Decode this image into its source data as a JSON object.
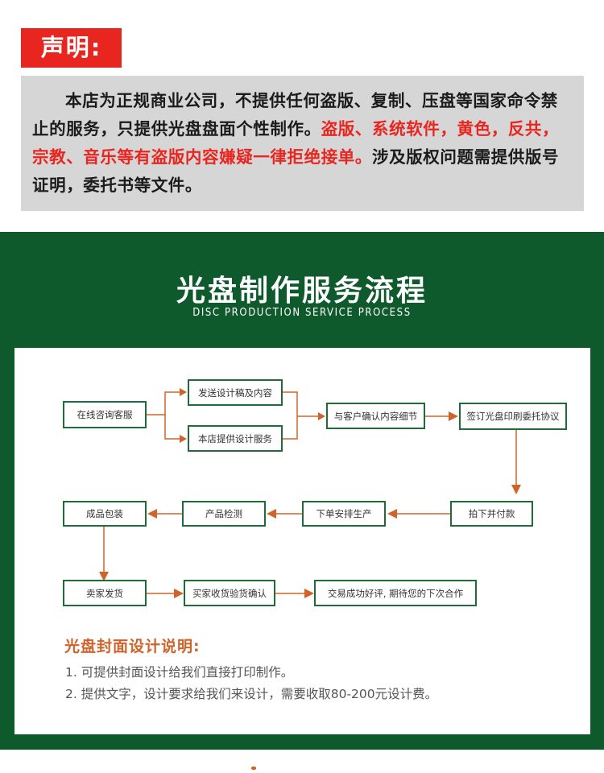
{
  "declaration": {
    "title": "声明:",
    "text_normal_1": "本店为正规商业公司，不提供任何盗版、复制、压盘等国家命令禁止的服务，只提供光盘盘面个性制作。",
    "text_red": "盗版、系统软件，黄色，反共，宗教、音乐等有盗版内容嫌疑一律拒绝接单。",
    "text_normal_2": "涉及版权问题需提供版号证明，委托书等文件。"
  },
  "process": {
    "title": "光盘制作服务流程",
    "subtitle": "DISC PRODUCTION SERVICE PROCESS",
    "steps": {
      "consult": "在线咨询客服",
      "send_design": "发送设计稿及内容",
      "store_design": "本店提供设计服务",
      "confirm": "与客户确认内容细节",
      "sign": "签订光盘印刷委托协议",
      "pay": "拍下并付款",
      "produce": "下单安排生产",
      "inspect": "产品检测",
      "package": "成品包装",
      "ship": "卖家发货",
      "receive": "买家收货验货确认",
      "complete": "交易成功好评, 期待您的下次合作"
    },
    "arrow_color": "#d0632a",
    "node_border_color": "#1f6b3a"
  },
  "notes": {
    "title": "光盘封面设计说明:",
    "items": [
      "1. 可提供封面设计给我们直接打印制作。",
      "2. 提供文字，设计要求给我们来设计，需要收取80-200元设计费。"
    ]
  },
  "colors": {
    "red": "#e8251f",
    "green": "#0e5a2c",
    "gray_box": "#d6d6d6",
    "orange": "#d0632a"
  }
}
